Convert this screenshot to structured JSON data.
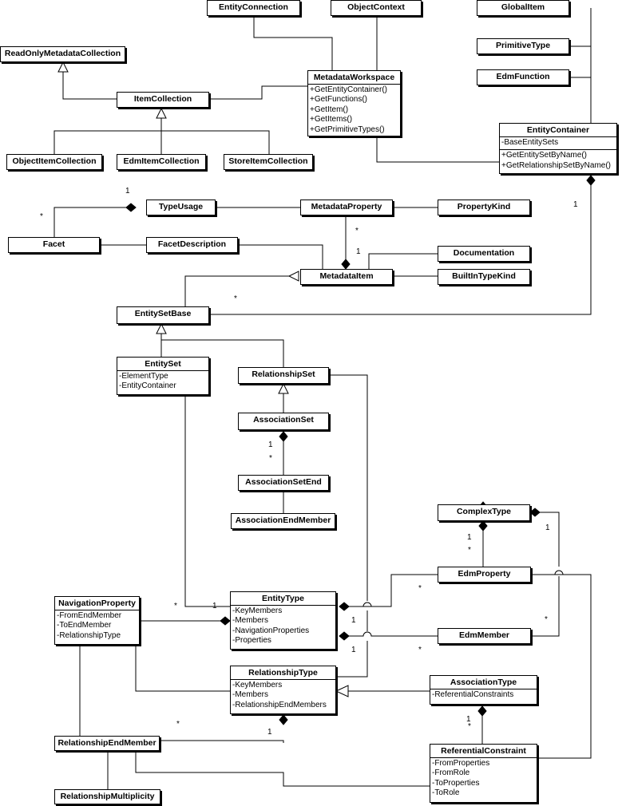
{
  "classes": {
    "entity_connection": {
      "name": "EntityConnection"
    },
    "object_context": {
      "name": "ObjectContext"
    },
    "global_item": {
      "name": "GlobalItem"
    },
    "primitive_type": {
      "name": "PrimitiveType"
    },
    "edm_function": {
      "name": "EdmFunction"
    },
    "read_only_metadata_collection": {
      "name": "ReadOnlyMetadataCollection"
    },
    "metadata_workspace": {
      "name": "MetadataWorkspace",
      "operations": [
        "+GetEntityContainer()",
        "+GetFunctions()",
        "+GetItem()",
        "+GetItems()",
        "+GetPrimitiveTypes()"
      ]
    },
    "item_collection": {
      "name": "ItemCollection"
    },
    "object_item_collection": {
      "name": "ObjectItemCollection"
    },
    "edm_item_collection": {
      "name": "EdmItemCollection"
    },
    "store_item_collection": {
      "name": "StoreItemCollection"
    },
    "entity_container": {
      "name": "EntityContainer",
      "attributes": [
        "-BaseEntitySets"
      ],
      "operations": [
        "+GetEntitySetByName()",
        "+GetRelationshipSetByName()"
      ]
    },
    "type_usage": {
      "name": "TypeUsage"
    },
    "metadata_property": {
      "name": "MetadataProperty"
    },
    "property_kind": {
      "name": "PropertyKind"
    },
    "facet": {
      "name": "Facet"
    },
    "facet_description": {
      "name": "FacetDescription"
    },
    "documentation": {
      "name": "Documentation"
    },
    "metadata_item": {
      "name": "MetadataItem"
    },
    "built_in_type_kind": {
      "name": "BuiltInTypeKind"
    },
    "entity_set_base": {
      "name": "EntitySetBase"
    },
    "entity_set": {
      "name": "EntitySet",
      "attributes": [
        "-ElementType",
        "-EntityContainer"
      ]
    },
    "relationship_set": {
      "name": "RelationshipSet"
    },
    "association_set": {
      "name": "AssociationSet"
    },
    "association_set_end": {
      "name": "AssociationSetEnd"
    },
    "association_end_member": {
      "name": "AssociationEndMember"
    },
    "complex_type": {
      "name": "ComplexType"
    },
    "edm_property": {
      "name": "EdmProperty"
    },
    "navigation_property": {
      "name": "NavigationProperty",
      "attributes": [
        "-FromEndMember",
        "-ToEndMember",
        "-RelationshipType"
      ]
    },
    "entity_type": {
      "name": "EntityType",
      "attributes": [
        "-KeyMembers",
        "-Members",
        "-NavigationProperties",
        "-Properties"
      ]
    },
    "edm_member": {
      "name": "EdmMember"
    },
    "relationship_type": {
      "name": "RelationshipType",
      "attributes": [
        "-KeyMembers",
        "-Members",
        "-RelationshipEndMembers"
      ]
    },
    "association_type": {
      "name": "AssociationType",
      "attributes": [
        "-ReferentialConstraints"
      ]
    },
    "relationship_end_member": {
      "name": "RelationshipEndMember"
    },
    "referential_constraint": {
      "name": "ReferentialConstraint",
      "attributes": [
        "-FromProperties",
        "-FromRole",
        "-ToProperties",
        "-ToRole"
      ]
    },
    "relationship_multiplicity": {
      "name": "RelationshipMultiplicity"
    }
  },
  "multiplicities": {
    "facet_typeusage_one": "1",
    "facet_typeusage_many": "*",
    "metadataproperty_many": "*",
    "metadataitem_one": "1",
    "container_one": "1",
    "entitysetbase_many": "*",
    "associationset_one": "1",
    "associationset_many": "*",
    "complextype_one": "1",
    "complextype_many": "*",
    "complextype_right_one": "1",
    "edmproperty_many": "*",
    "navprop_many": "*",
    "entitytype_nav_one": "1",
    "entitytype_one_a": "1",
    "entitytype_one_b": "1",
    "edmmember_many": "*",
    "edmmember_right_many": "*",
    "relendmember_many": "*",
    "reltype_one": "1",
    "assoc_one": "1",
    "assoc_many": "*"
  }
}
